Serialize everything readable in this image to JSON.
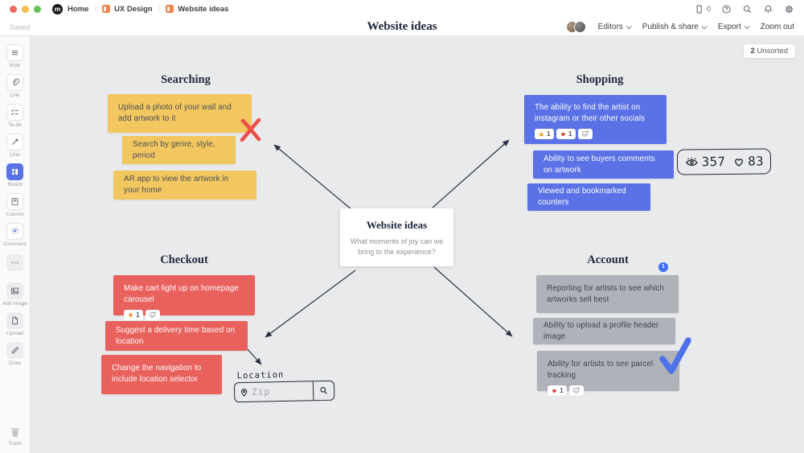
{
  "topbar": {
    "breadcrumbs": {
      "home": "Home",
      "board_parent": "UX Design",
      "board_current": "Website ideas"
    },
    "saved_status": "Saved",
    "board_title": "Website ideas",
    "device_count": "0",
    "controls": {
      "editors": "Editors",
      "publish": "Publish & share",
      "export": "Export",
      "zoom_out": "Zoom out"
    }
  },
  "toolbar": {
    "note": "Note",
    "link": "Link",
    "todo": "To-do",
    "line": "Line",
    "board": "Board",
    "column": "Column",
    "comment": "Comment",
    "add_image": "Add image",
    "upload": "Upload",
    "draw": "Draw",
    "trash": "Trash"
  },
  "canvas": {
    "unsorted": {
      "count": "2",
      "label": "Unsorted"
    },
    "center_card": {
      "title": "Website ideas",
      "subtitle": "What moments of joy can we bring to the experience?"
    },
    "sections": {
      "searching": {
        "title": "Searching",
        "notes": [
          "Upload a photo of your wall and add artwork to it",
          "Search by genre, style, period",
          "AR app to view the artwork in your home"
        ]
      },
      "shopping": {
        "title": "Shopping",
        "notes": [
          "The ability to find the artist on instagram or their other socials",
          "Ability to see buyers comments on artwork",
          "Viewed and bookmarked counters"
        ],
        "reactions": {
          "thumbs_up": "1",
          "heart": "1"
        }
      },
      "checkout": {
        "title": "Checkout",
        "notes": [
          "Make cart light up on homepage carousel",
          "Suggest a delivery time based on location",
          "Change the navigation to include location selector"
        ],
        "reactions": {
          "fire": "1"
        }
      },
      "account": {
        "title": "Account",
        "notes": [
          "Reporting for artists to see which artworks sell best",
          "Ability to upload a profile header image",
          "Ability for artists to see parcel tracking"
        ],
        "reactions": {
          "heart": "1"
        },
        "comment_count": "1"
      }
    },
    "sketches": {
      "stats": {
        "views": "357",
        "likes": "83"
      },
      "location": {
        "label": "Location",
        "placeholder": "Zip"
      }
    }
  },
  "colors": {
    "yellow": "#F2C75F",
    "blue": "#5B72E6",
    "red": "#E8615C",
    "gray": "#AFB2B9",
    "canvas_bg": "#E9EAEC",
    "ink": "#232B3D",
    "arrow": "#2B3142",
    "sketch_x_red": "#E8504A",
    "sketch_check_blue": "#4E72E8",
    "board_icon_orange": "#F0824C"
  }
}
